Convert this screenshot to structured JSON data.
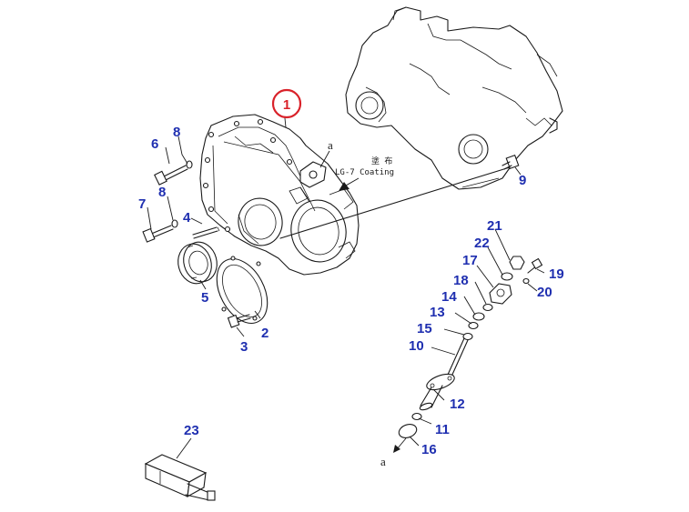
{
  "colors": {
    "callout": "#1f2fb0",
    "highlight": "#d9222a",
    "ink": "#1a1a1a"
  },
  "highlighted_part": "1",
  "coating_note": {
    "chinese": "塗 布",
    "text": "LG-7 Coating"
  },
  "letters": {
    "a_top": "a",
    "a_bottom": "a"
  },
  "callouts": {
    "c2": "2",
    "c3": "3",
    "c4": "4",
    "c5": "5",
    "c6": "6",
    "c7": "7",
    "c8a": "8",
    "c8b": "8",
    "c9": "9",
    "c10": "10",
    "c11": "11",
    "c12": "12",
    "c13": "13",
    "c14": "14",
    "c15": "15",
    "c16": "16",
    "c17": "17",
    "c18": "18",
    "c19": "19",
    "c20": "20",
    "c21": "21",
    "c22": "22",
    "c23": "23"
  }
}
